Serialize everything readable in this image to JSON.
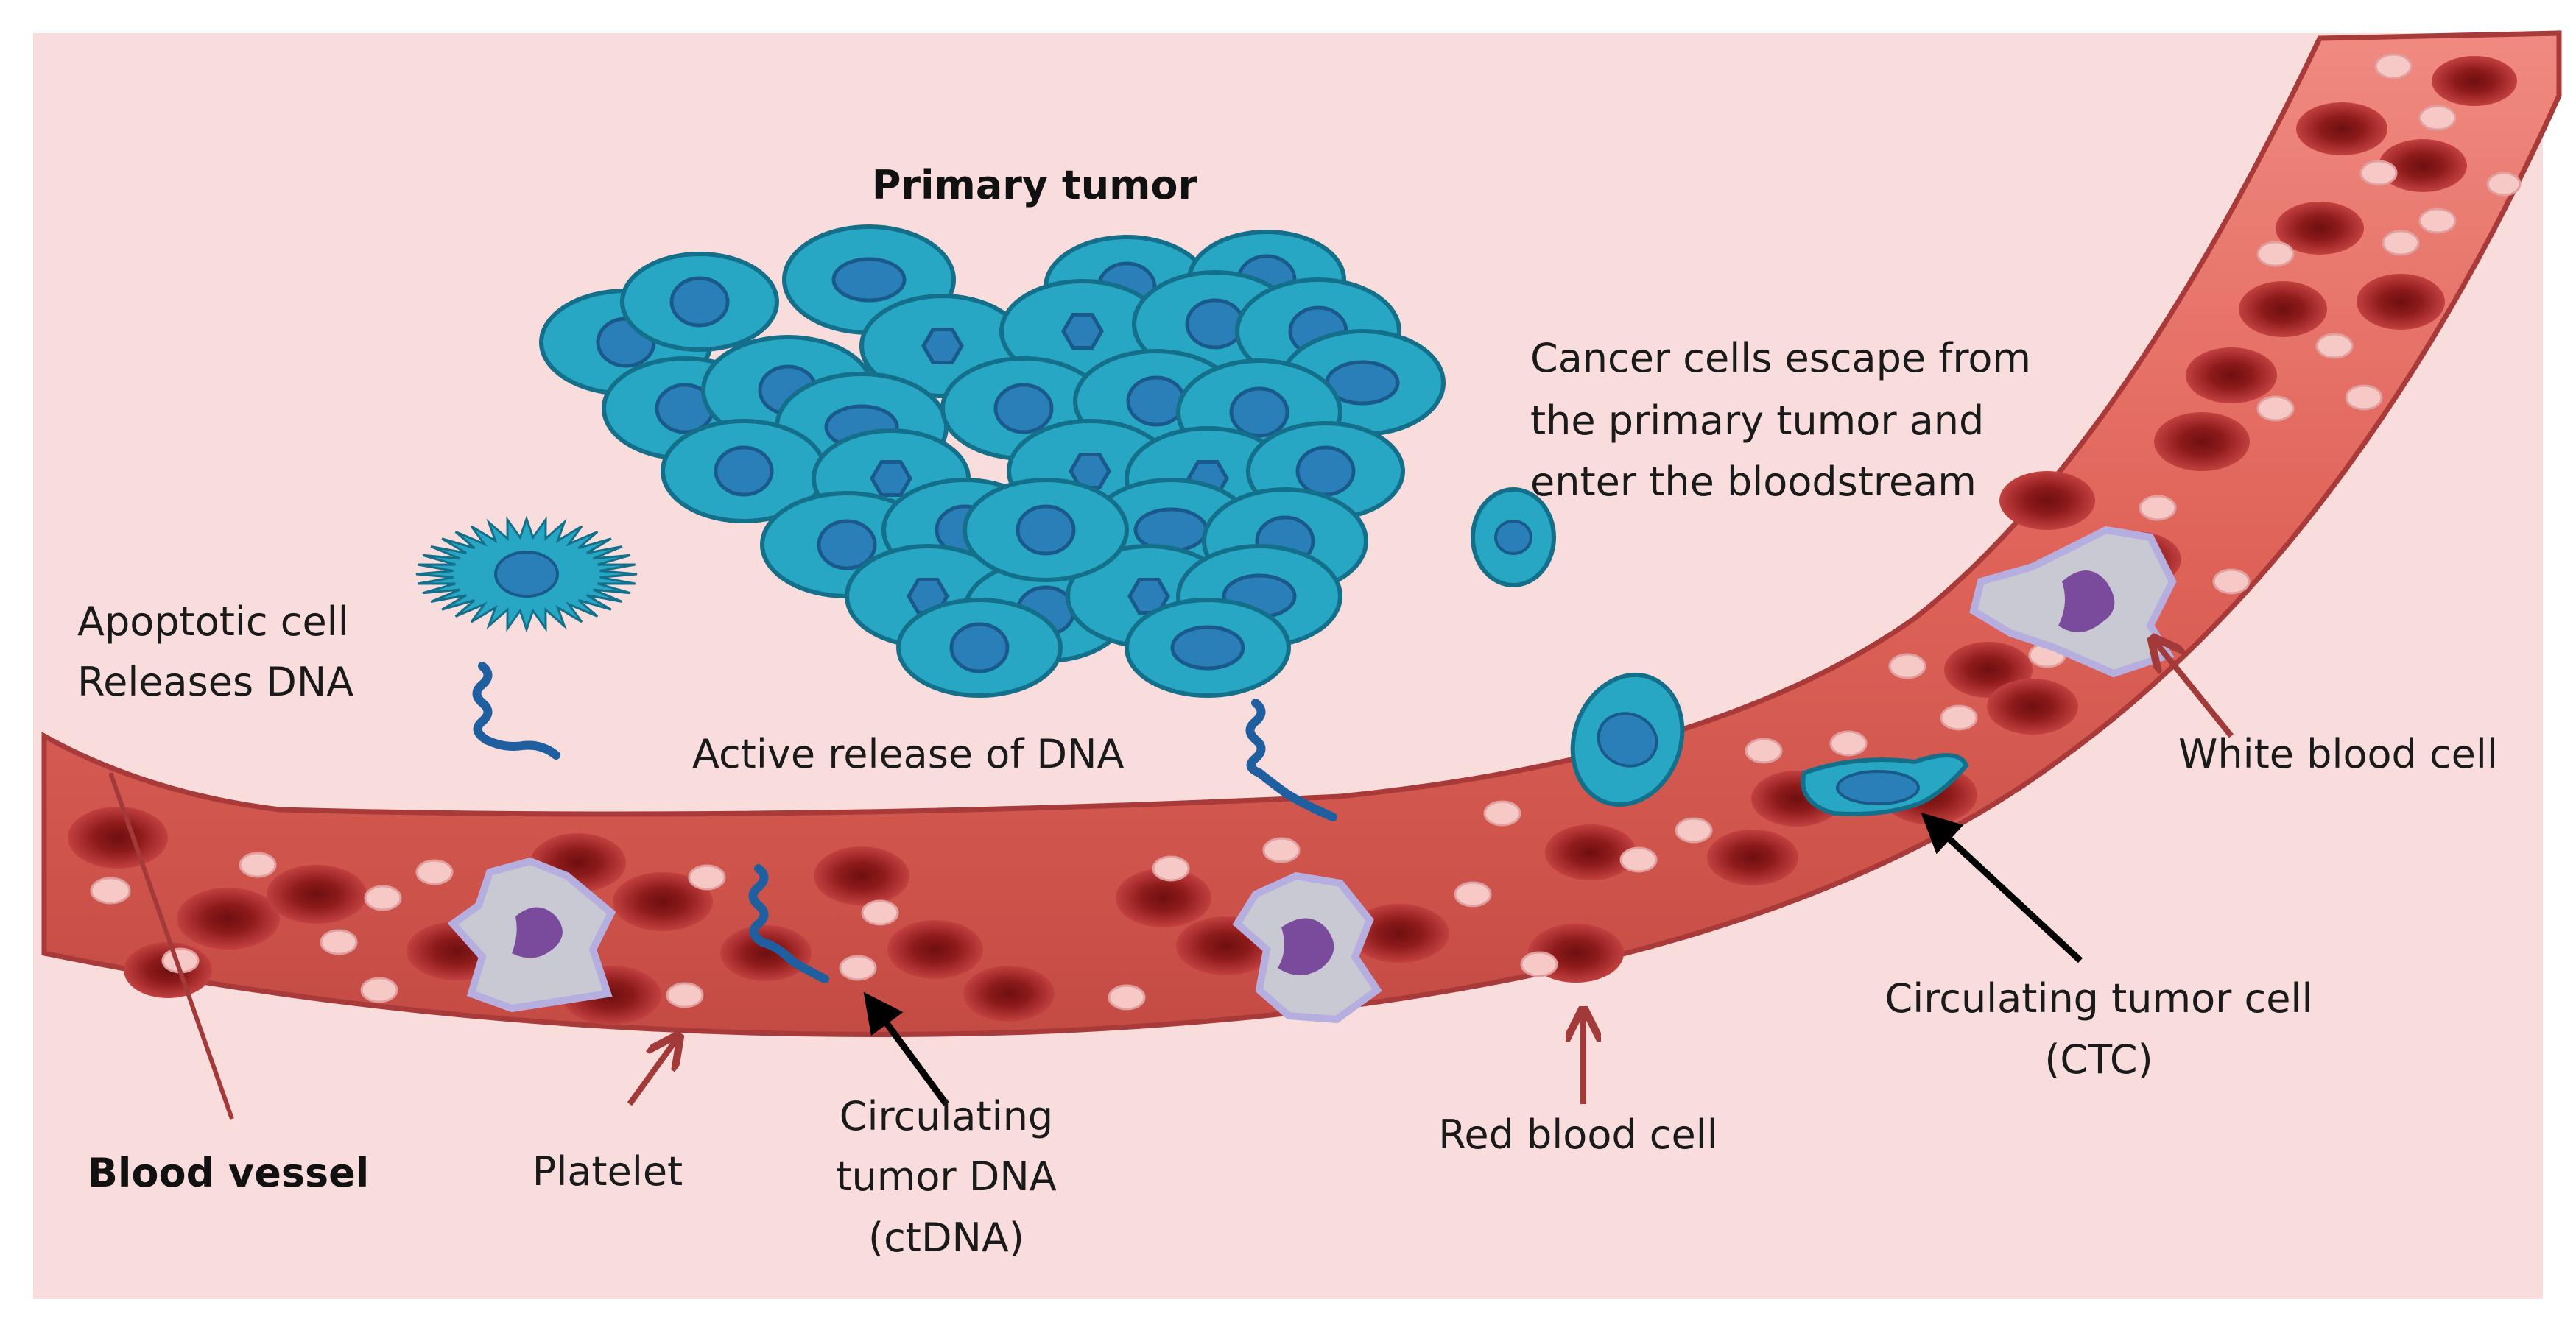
{
  "labels": {
    "primary_tumor": "Primary tumor",
    "escape_line1": "Cancer cells escape from",
    "escape_line2": "the primary tumor and",
    "escape_line3": "enter the bloodstream",
    "apoptotic_line1": "Apoptotic cell",
    "apoptotic_line2": "Releases DNA",
    "active_release": "Active release of DNA",
    "white_blood_cell": "White blood cell",
    "ctc_line1": "Circulating tumor cell",
    "ctc_line2": "(CTC)",
    "red_blood_cell": "Red blood cell",
    "platelet": "Platelet",
    "ctdna_line1": "Circulating",
    "ctdna_line2": "tumor DNA",
    "ctdna_line3": "(ctDNA)",
    "blood_vessel": "Blood vessel"
  },
  "colors": {
    "background": "#f9dcdc",
    "vessel_fill": "#e0645a",
    "vessel_stroke": "#a83a3a",
    "red_blood_cell": "#9c1f1f",
    "platelet": "#f6c9c6",
    "tumor_cell": "#27a7c4",
    "tumor_nucleus": "#2a7fb8",
    "cell_outline": "#14708a",
    "dna_strand": "#1f5fa0",
    "white_blood_cell": "#c9c9d3",
    "wbc_nucleus": "#7a4a9c",
    "arrow_dark": "#000000",
    "arrow_red": "#a33a3a"
  }
}
